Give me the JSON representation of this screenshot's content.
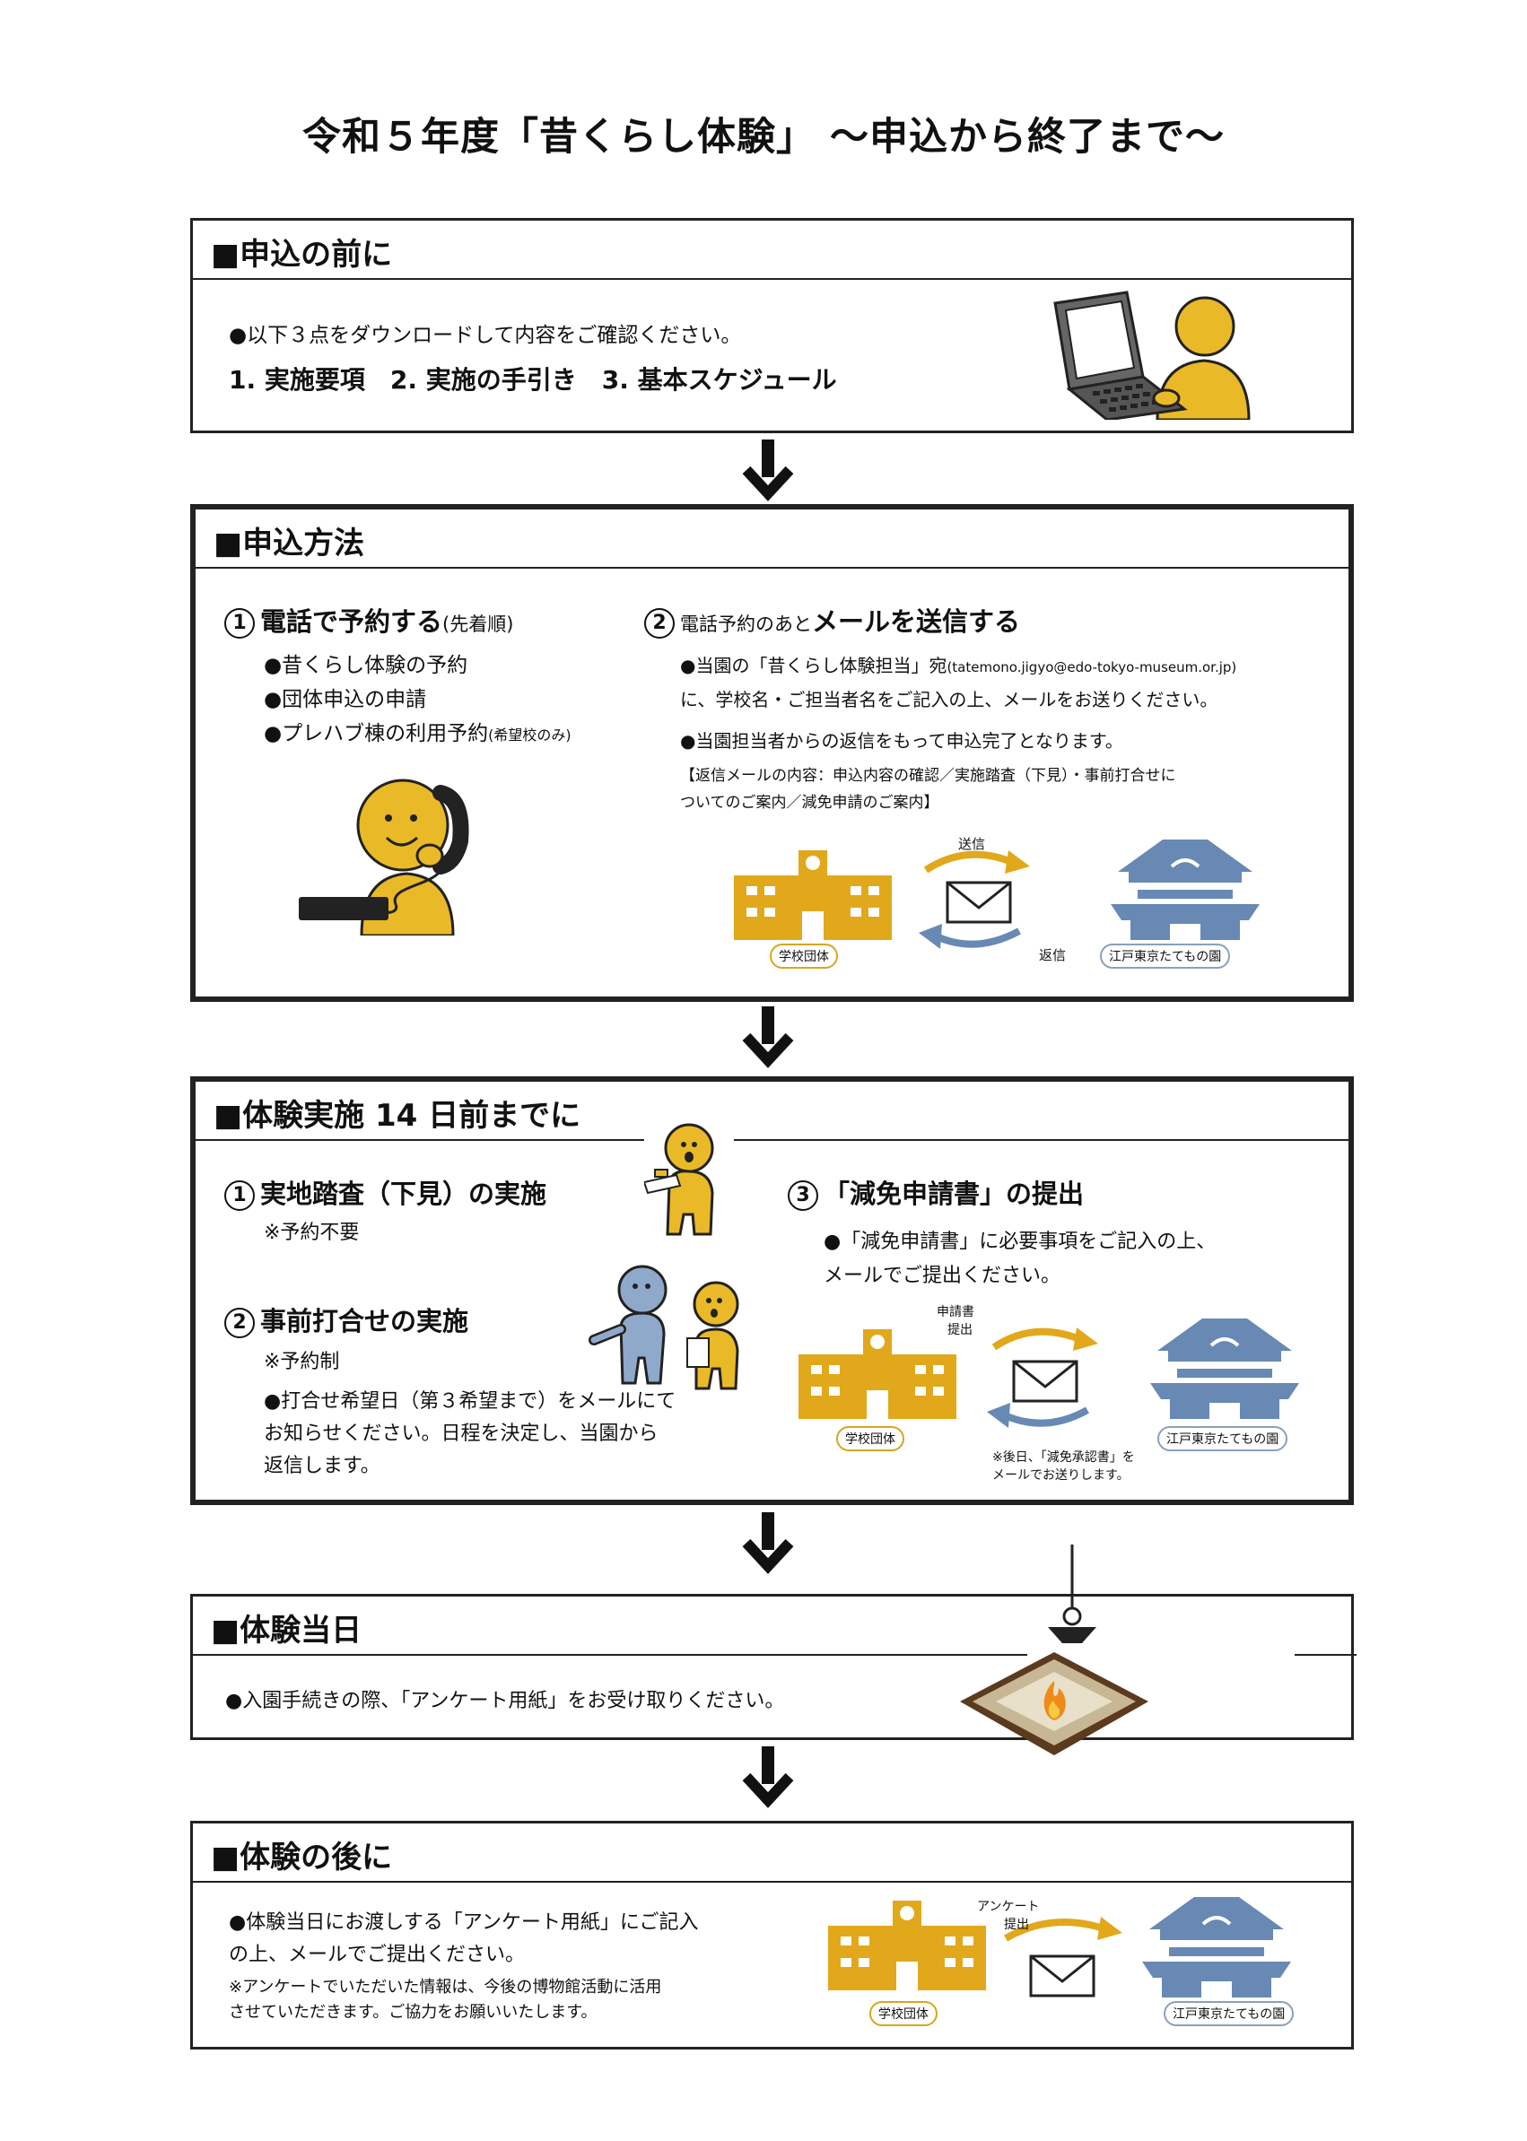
{
  "title": "令和５年度「昔くらし体験」 〜申込から終了まで〜",
  "section1": {
    "heading": "■申込の前に",
    "lead": "●以下３点をダウンロードして内容をご確認ください。",
    "items": "1. 実施要項　2. 実施の手引き　3. 基本スケジュール"
  },
  "section2": {
    "heading": "■申込方法",
    "step1_num": "1",
    "step1_title": "電話で予約する",
    "step1_note": "(先着順)",
    "step1_bullets": [
      "●昔くらし体験の予約",
      "●団体申込の申請",
      "●プレハブ棟の利用予約"
    ],
    "step1_bullet3_note": "(希望校のみ)",
    "step2_num": "2",
    "step2_prefix": "電話予約のあと",
    "step2_title": "メールを送信する",
    "step2_line1": "●当園の「昔くらし体験担当」宛",
    "step2_email": "(tatemono.jigyo@edo-tokyo-museum.or.jp)",
    "step2_line2": "に、学校名・ご担当者名をご記入の上、メールをお送りください。",
    "step2_line3": "●当園担当者からの返信をもって申込完了となります。",
    "step2_note1": "【返信メールの内容：申込内容の確認／実施踏査（下見）・事前打合せに",
    "step2_note2": "ついてのご案内／減免申請のご案内】",
    "send_label": "送信",
    "reply_label": "返信",
    "school_label": "学校団体",
    "museum_label": "江戸東京たてもの園"
  },
  "section3": {
    "heading": "■体験実施 14 日前までに",
    "step1_num": "1",
    "step1_title": "実地踏査（下見）の実施",
    "step1_note": "※予約不要",
    "step2_num": "2",
    "step2_title": "事前打合せの実施",
    "step2_note": "※予約制",
    "step2_body": [
      "●打合せ希望日（第３希望まで）をメールにて",
      "お知らせください。日程を決定し、当園から",
      "返信します。"
    ],
    "step3_num": "3",
    "step3_title": "「減免申請書」の提出",
    "step3_body": [
      "●「減免申請書」に必要事項をご記入の上、",
      "メールでご提出ください。"
    ],
    "submit_label": [
      "申請書",
      "提出"
    ],
    "after_note": [
      "※後日、「減免承認書」を",
      "メールでお送りします。"
    ],
    "school_label": "学校団体",
    "museum_label": "江戸東京たてもの園"
  },
  "section4": {
    "heading": "■体験当日",
    "body": "●入園手続きの際、「アンケート用紙」をお受け取りください。"
  },
  "section5": {
    "heading": "■体験の後に",
    "body": [
      "●体験当日にお渡しする「アンケート用紙」にご記入",
      "の上、メールでご提出ください。"
    ],
    "note": [
      "※アンケートでいただいた情報は、今後の博物館活動に活用",
      "させていただきます。ご協力をお願いいたします。"
    ],
    "submit_label": [
      "アンケート",
      "提出"
    ],
    "school_label": "学校団体",
    "museum_label": "江戸東京たてもの園"
  },
  "colors": {
    "yellow": "#e9b928",
    "school": "#e2a81b",
    "museum": "#6789b3",
    "dark": "#222222"
  }
}
